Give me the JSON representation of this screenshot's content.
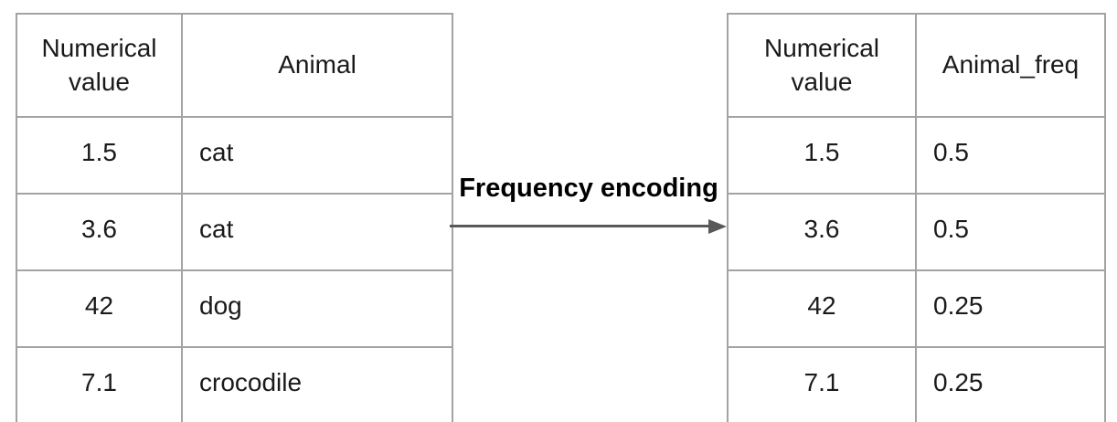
{
  "diagram": {
    "label": "Frequency encoding",
    "arrow_color": "#595959",
    "table_border_color": "#a3a3a3",
    "text_color": "#1a1a1a",
    "background_color": "#ffffff"
  },
  "left_table": {
    "headers": [
      "Numerical value",
      "Animal"
    ],
    "rows": [
      [
        "1.5",
        "cat"
      ],
      [
        "3.6",
        "cat"
      ],
      [
        "42",
        "dog"
      ],
      [
        "7.1",
        "crocodile"
      ]
    ]
  },
  "right_table": {
    "headers": [
      "Numerical value",
      "Animal_freq"
    ],
    "rows": [
      [
        "1.5",
        "0.5"
      ],
      [
        "3.6",
        "0.5"
      ],
      [
        "42",
        "0.25"
      ],
      [
        "7.1",
        "0.25"
      ]
    ]
  }
}
